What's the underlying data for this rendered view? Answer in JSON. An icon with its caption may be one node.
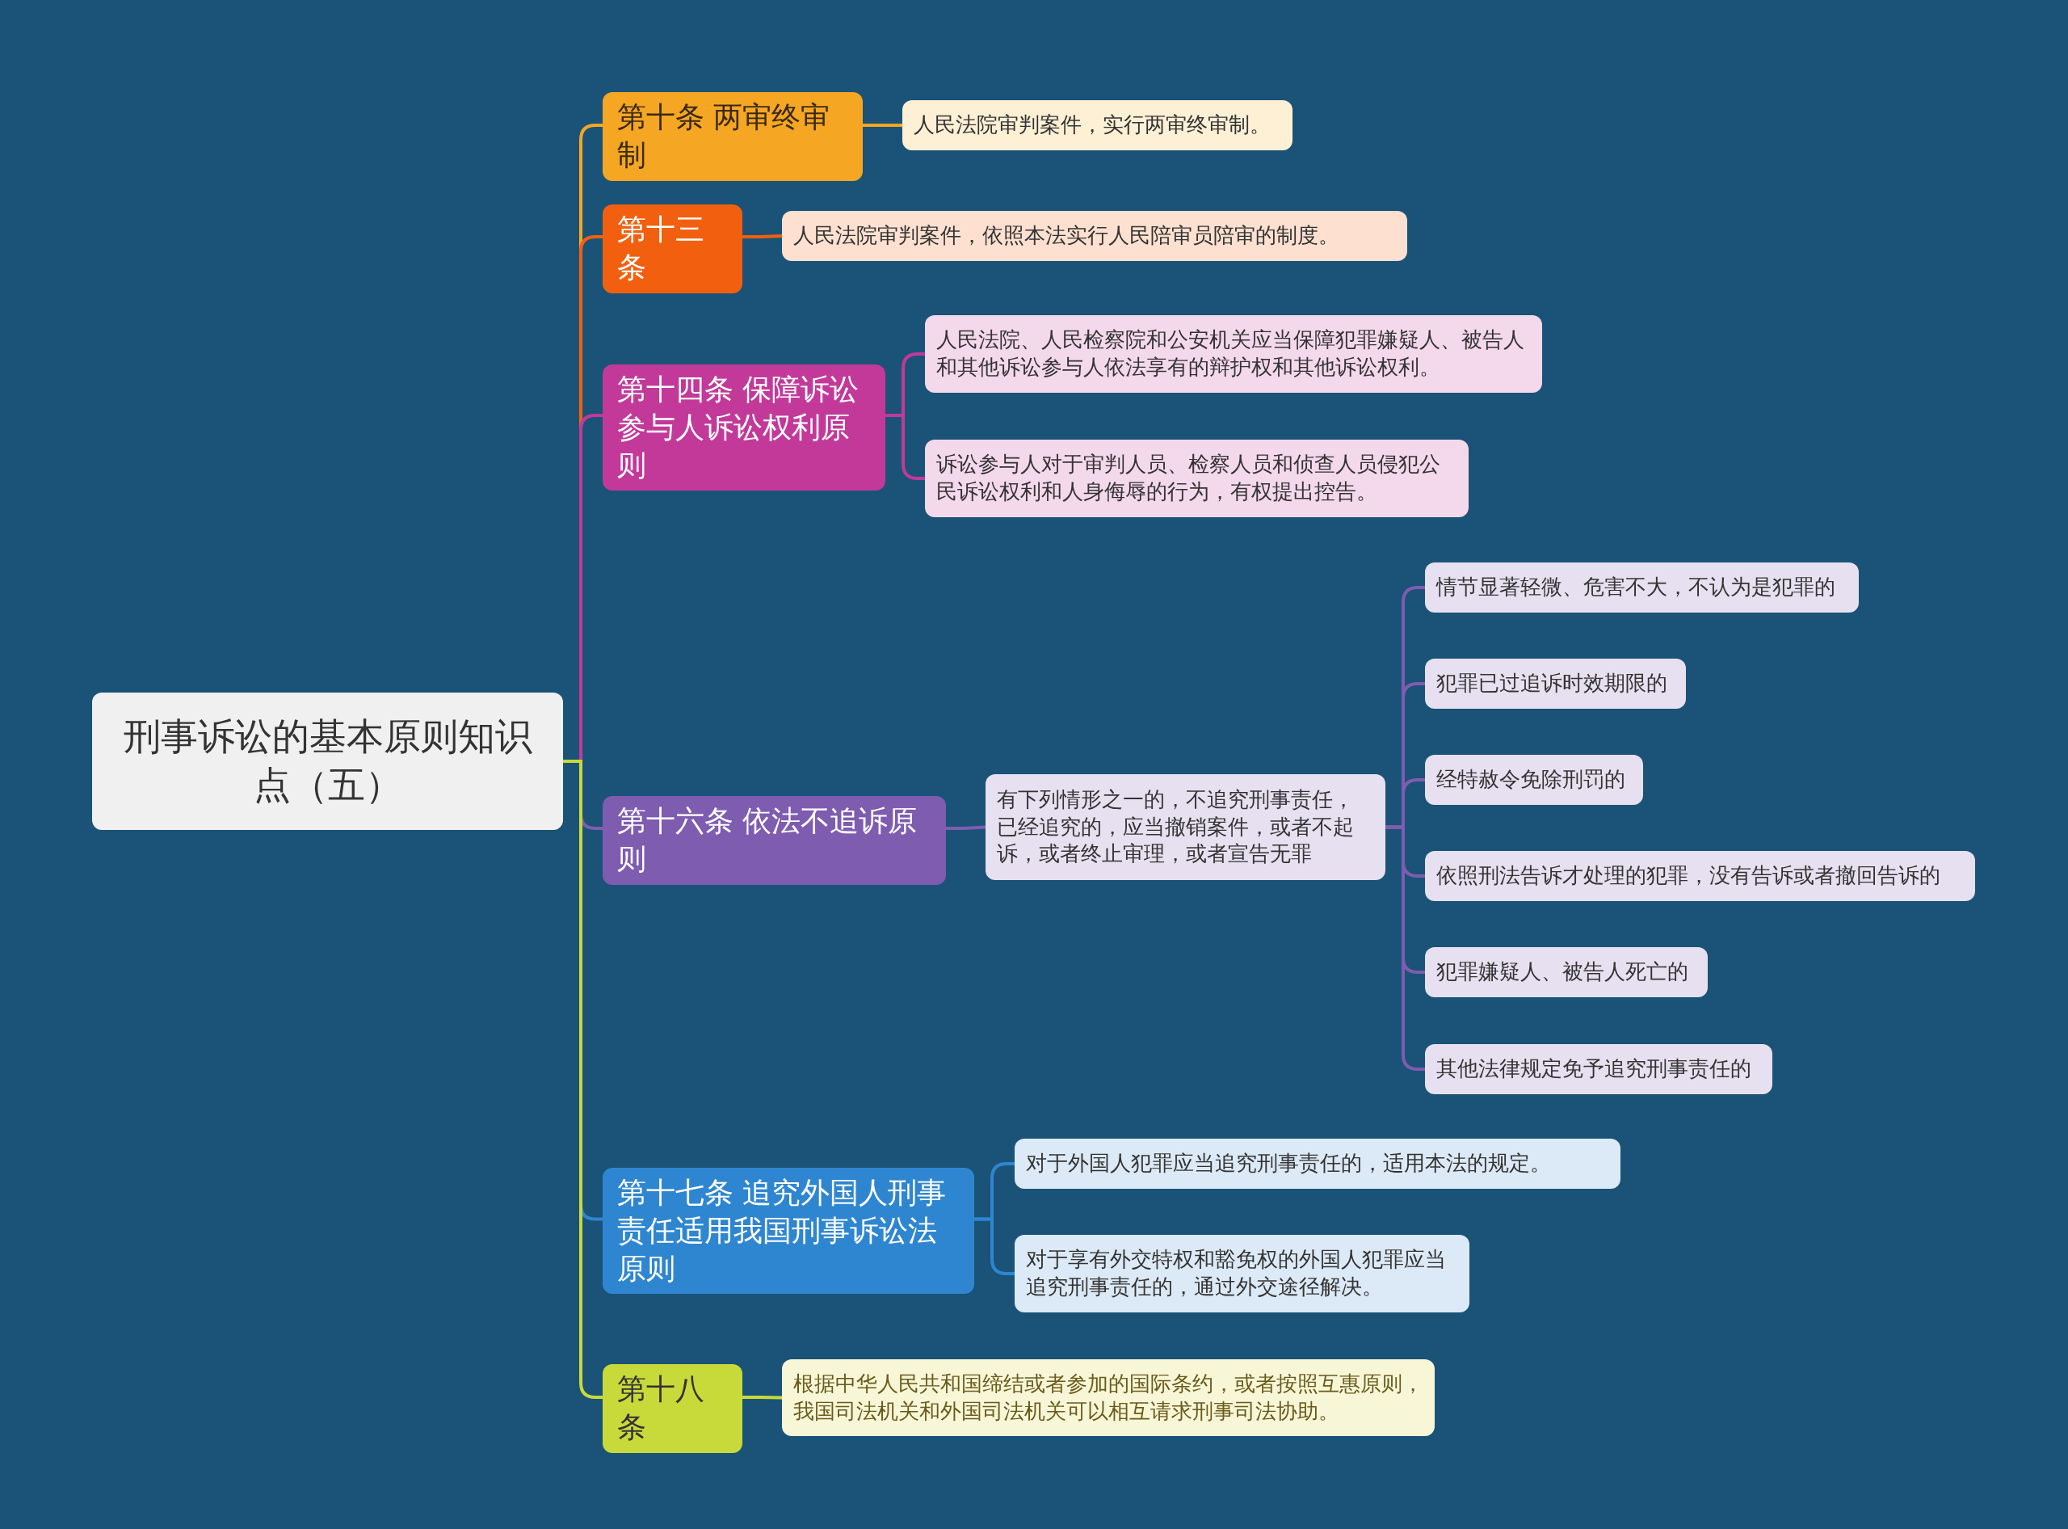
{
  "diagram": {
    "nodes": [
      {
        "text": [
          "刑事诉讼的基本原则知识点（五）"
        ]
      },
      {
        "text": [
          "第十条 两审终审制"
        ]
      },
      {
        "text": [
          "人民法院审判案件，实行两审终审制。"
        ]
      },
      {
        "text": [
          "第十三条"
        ]
      },
      {
        "text": [
          "人民法院审判案件，依照本法实行人民陪审员陪审的制度。"
        ]
      },
      {
        "text": [
          "第十四条 保障诉讼参与人诉讼权利原则"
        ]
      },
      {
        "text": [
          "人民法院、人民检察院和公安机关应当保障犯罪嫌疑人、被告人和其他诉讼参与人依法享有的辩护权和其他诉讼权利。"
        ]
      },
      {
        "text": [
          "诉讼参与人对于审判人员、检察人员和侦查人员侵犯公民诉讼权利和人身侮辱的行为，有权提出控告。"
        ]
      },
      {
        "text": [
          "第十六条 依法不追诉原则"
        ]
      },
      {
        "text": [
          "有下列情形之一的，不追究刑事责任，已经追究的，应当撤销案件，或者不起诉，或者终止审理，或者宣告无罪"
        ]
      },
      {
        "text": [
          "情节显著轻微、危害不大，不认为是犯罪的"
        ]
      },
      {
        "text": [
          "犯罪已过追诉时效期限的"
        ]
      },
      {
        "text": [
          "经特赦令免除刑罚的"
        ]
      },
      {
        "text": [
          "依照刑法告诉才处理的犯罪，没有告诉或者撤回告诉的"
        ]
      },
      {
        "text": [
          "犯罪嫌疑人、被告人死亡的"
        ]
      },
      {
        "text": [
          "其他法律规定免予追究刑事责任的"
        ]
      },
      {
        "text": [
          "第十七条 追究外国人刑事责任适用我国刑事诉讼法原则"
        ]
      },
      {
        "text": [
          "对于外国人犯罪应当追究刑事责任的，适用本法的规定。"
        ]
      },
      {
        "text": [
          " 对于享有外交特权和豁免权的外国人犯罪应当追究刑事责任的，通过外交途径解决。"
        ]
      },
      {
        "text": [
          "第十八条"
        ]
      },
      {
        "text": [
          "根据中华人民共和国缔结或者参加的国际条约，或者按照互惠原则，我国司法机关和外国司法机关可以相互请求刑事司法协助。"
        ]
      }
    ],
    "edges": [
      {
        "from": 0,
        "to": 1,
        "arrow": "none",
        "color": "#f5a623"
      },
      {
        "from": 1,
        "to": 2,
        "arrow": "none",
        "color": "#f5a623"
      },
      {
        "from": 0,
        "to": 3,
        "arrow": "none",
        "color": "#f2600f"
      },
      {
        "from": 3,
        "to": 4,
        "arrow": "none",
        "color": "#f2600f"
      },
      {
        "from": 0,
        "to": 5,
        "arrow": "none",
        "color": "#c2399a"
      },
      {
        "from": 5,
        "to": 6,
        "arrow": "none",
        "color": "#c2399a"
      },
      {
        "from": 5,
        "to": 7,
        "arrow": "none",
        "color": "#c2399a"
      },
      {
        "from": 0,
        "to": 8,
        "arrow": "none",
        "color": "#7e5cb0"
      },
      {
        "from": 8,
        "to": 9,
        "arrow": "none",
        "color": "#7e5cb0"
      },
      {
        "from": 9,
        "to": 10,
        "arrow": "none",
        "color": "#7e5cb0"
      },
      {
        "from": 9,
        "to": 11,
        "arrow": "none",
        "color": "#7e5cb0"
      },
      {
        "from": 9,
        "to": 12,
        "arrow": "none",
        "color": "#7e5cb0"
      },
      {
        "from": 9,
        "to": 13,
        "arrow": "none",
        "color": "#7e5cb0"
      },
      {
        "from": 9,
        "to": 14,
        "arrow": "none",
        "color": "#7e5cb0"
      },
      {
        "from": 9,
        "to": 15,
        "arrow": "none",
        "color": "#7e5cb0"
      },
      {
        "from": 0,
        "to": 16,
        "arrow": "none",
        "color": "#2f86d0"
      },
      {
        "from": 16,
        "to": 17,
        "arrow": "none",
        "color": "#2f86d0"
      },
      {
        "from": 16,
        "to": 18,
        "arrow": "none",
        "color": "#2f86d0"
      },
      {
        "from": 0,
        "to": 19,
        "arrow": "none",
        "color": "#c8d93a"
      },
      {
        "from": 19,
        "to": 20,
        "arrow": "none",
        "color": "#c8d93a"
      }
    ]
  }
}
